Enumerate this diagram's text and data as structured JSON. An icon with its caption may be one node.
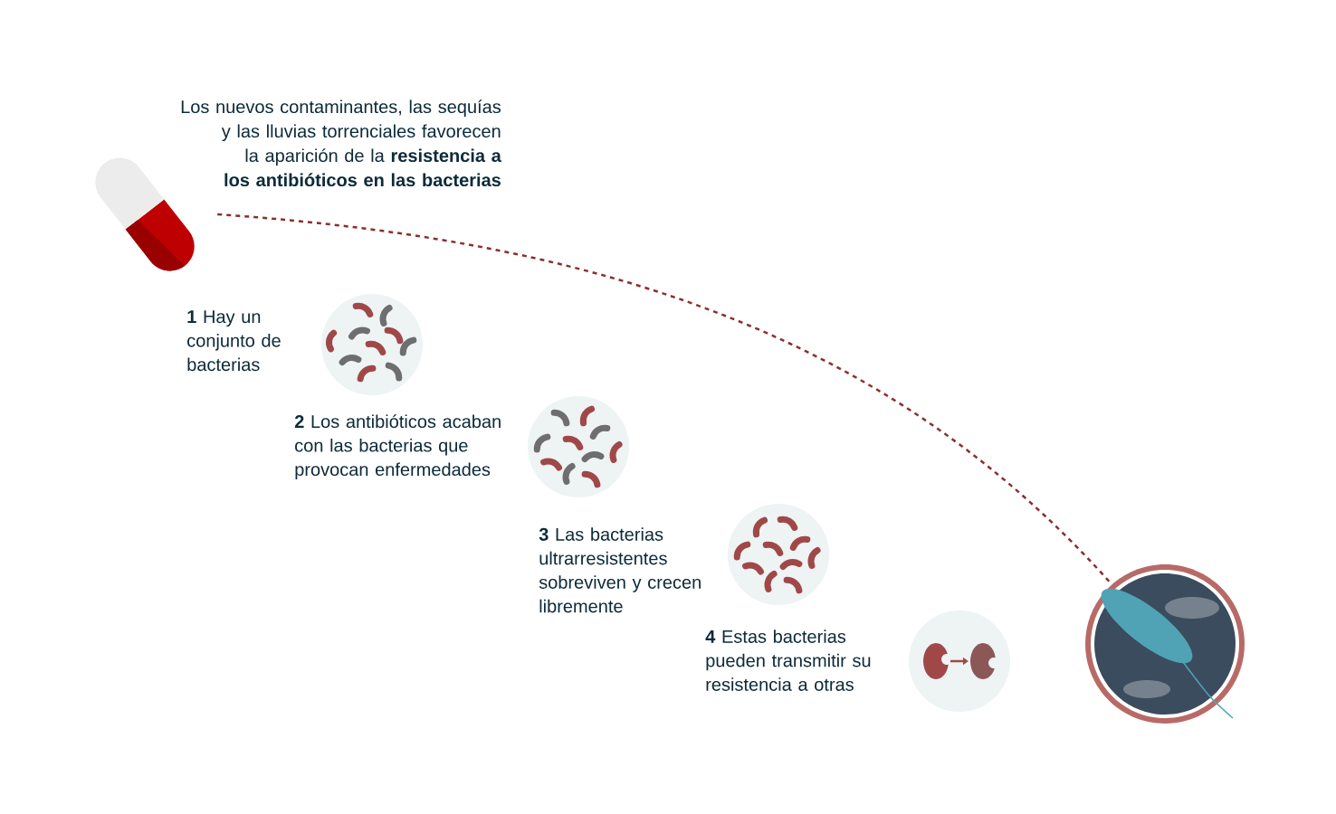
{
  "diagram": {
    "nodes": [
      {
        "text": [],
        "shape": "picture"
      },
      {
        "text": [],
        "shape": "circle",
        "beside": [
          "**1** Hay un conjunto de bacterias"
        ]
      },
      {
        "text": [],
        "shape": "circle",
        "beside": [
          "**2** Los antibióticos acaban con las bacterias que provocan enfermedades"
        ]
      },
      {
        "text": [],
        "shape": "circle",
        "beside": [
          "**3** Las bacterias ultrarresistentes sobreviven y crecen libremente"
        ]
      },
      {
        "text": [],
        "shape": "circle",
        "beside": [
          "**4** Estas bacterias pueden transmitir su resistencia a otras"
        ]
      },
      {
        "text": [],
        "shape": "picture"
      }
    ],
    "edges": [
      {
        "from": 0,
        "to": 5,
        "arrow": "none",
        "style": "dashed",
        "color": "#8b2e2e"
      }
    ],
    "labels": [
      "Los nuevos contaminantes, las sequías y las lluvias torrenciales favorecen la aparición de la **resistencia a los antibióticos en las bacterias**"
    ]
  }
}
